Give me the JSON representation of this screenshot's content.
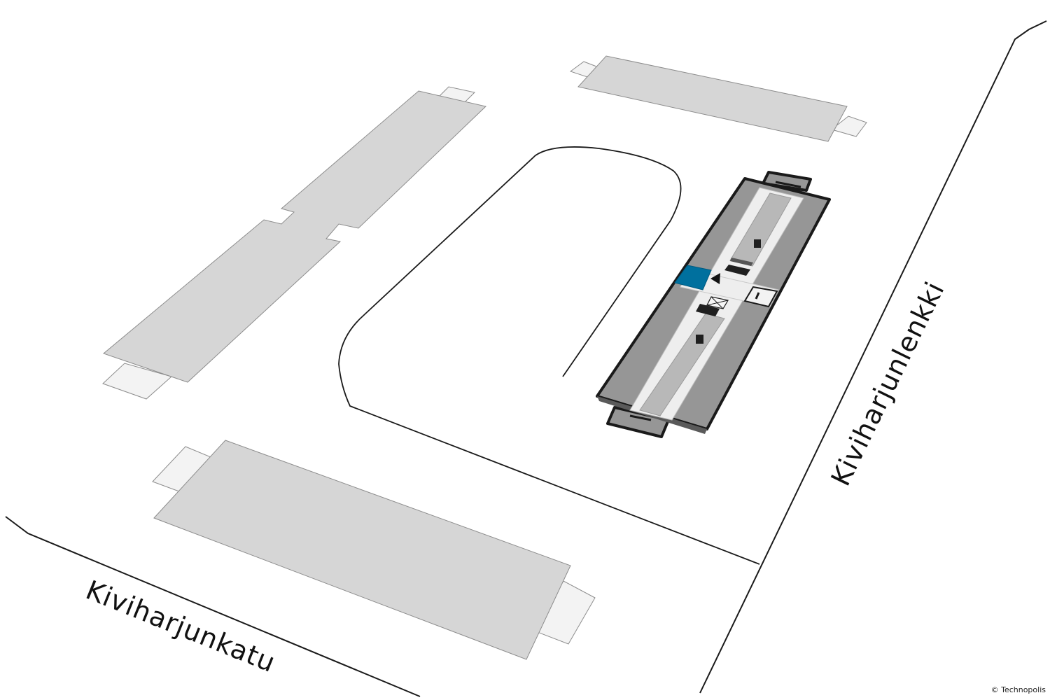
{
  "map": {
    "streets": {
      "south": "Kiviharjunkatu",
      "east": "Kiviharjunlenkki"
    },
    "copyright": "© Technopolis",
    "colors": {
      "background": "#ffffff",
      "building_fill": "#d6d6d6",
      "building_stroke": "#8c8c8c",
      "entrance_fill": "#f3f3f3",
      "highlight_building_dark": "#969696",
      "highlight_building_corridor": "#eeeeee",
      "highlight_building_core": "#b8b8b8",
      "highlight_outline": "#1a1a1a",
      "selected_room": "#00709e",
      "road_line": "#1a1a1a"
    },
    "icons": {
      "location_marker": "triangle-marker-icon",
      "elevator": "elevator-icon"
    }
  }
}
